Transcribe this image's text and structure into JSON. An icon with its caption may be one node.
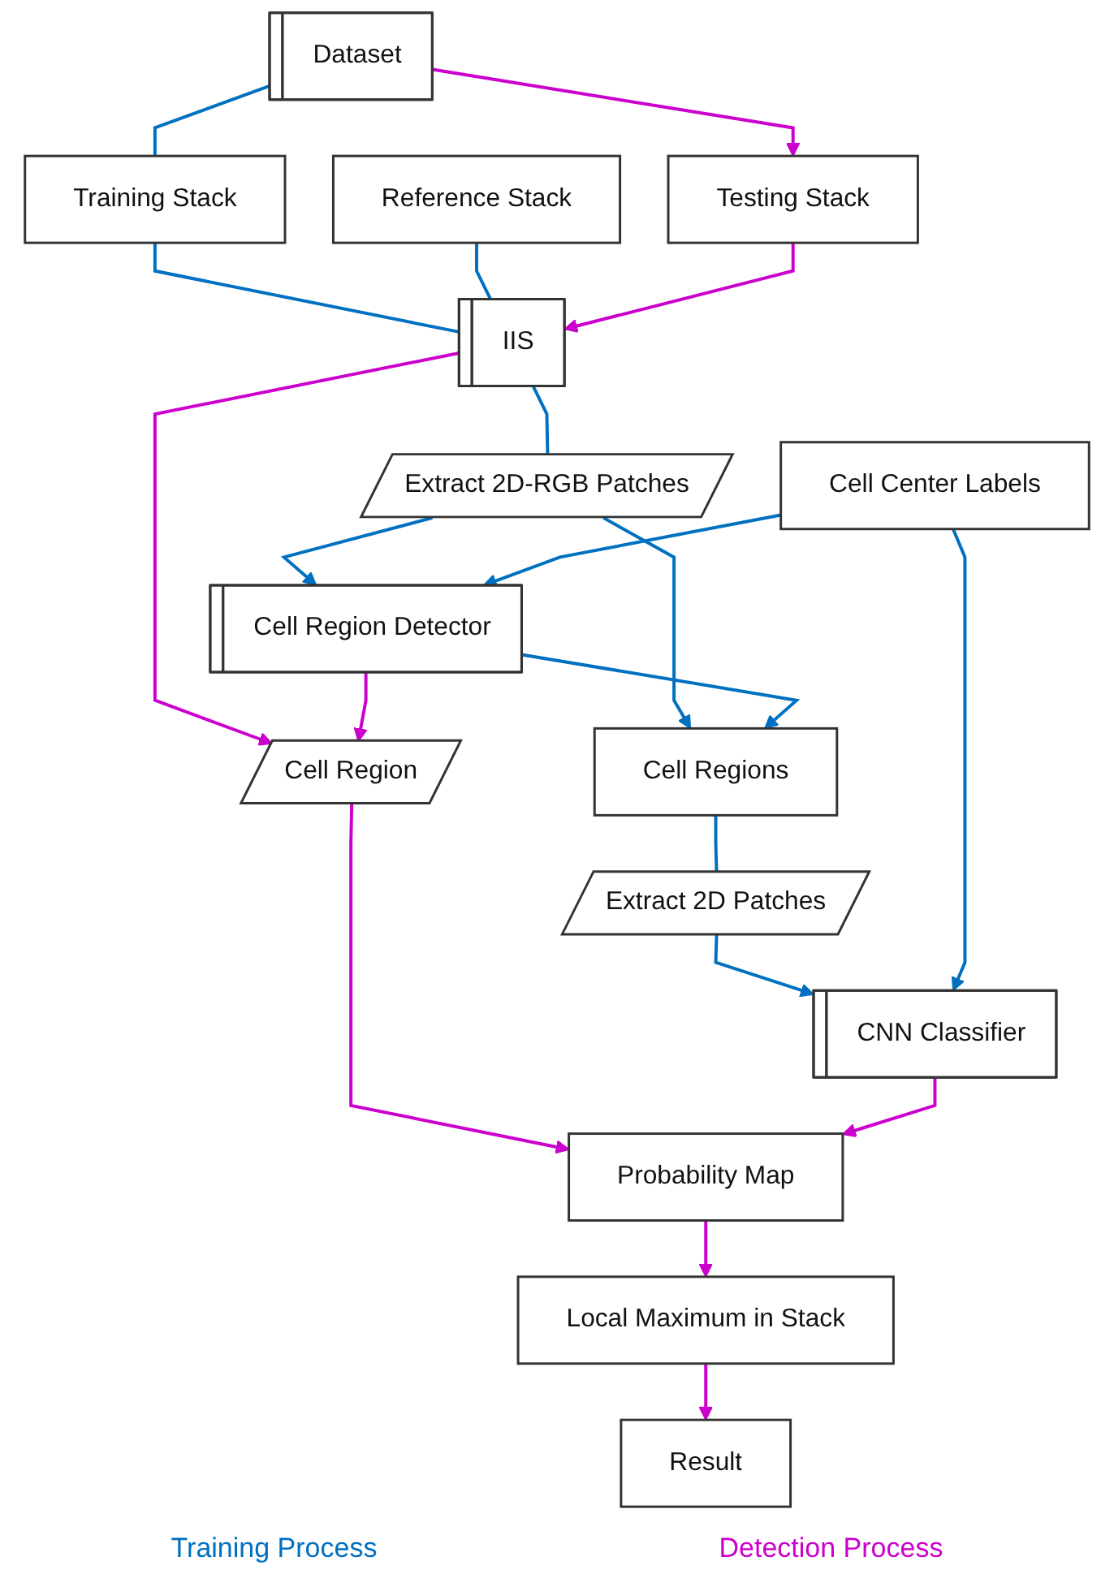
{
  "diagram": {
    "nodes": [
      {
        "text": [
          "Dataset"
        ]
      },
      {
        "text": [
          "Training Stack"
        ]
      },
      {
        "text": [
          "Testing Stack"
        ]
      },
      {
        "text": [
          "Reference Stack"
        ]
      },
      {
        "text": [
          "IIS"
        ]
      },
      {
        "text": [
          "Extract 2D-RGB Patches"
        ]
      },
      {
        "text": [
          "Cell Region"
        ]
      },
      {
        "text": [
          "Cell Region Detector"
        ]
      },
      {
        "text": [
          "Probability Map"
        ]
      },
      {
        "text": [
          "Cell Center Labels"
        ]
      },
      {
        "text": [
          "Cell Regions"
        ]
      },
      {
        "text": [
          "Local Maximum in Stack"
        ]
      },
      {
        "text": [
          "Extract 2D Patches"
        ]
      },
      {
        "text": [
          "Result"
        ]
      },
      {
        "text": [
          "CNN Classifier"
        ]
      }
    ],
    "edges": [
      {
        "from": 0,
        "to": 1,
        "arrow": "none"
      },
      {
        "from": 1,
        "to": 4,
        "arrow": "none"
      },
      {
        "from": 3,
        "to": 4,
        "arrow": "none"
      },
      {
        "from": 4,
        "to": 5,
        "arrow": "none"
      },
      {
        "from": 5,
        "to": 7,
        "arrow": "to"
      },
      {
        "from": 9,
        "to": 7,
        "arrow": "to"
      },
      {
        "from": 5,
        "to": 10,
        "arrow": "to"
      },
      {
        "from": 7,
        "to": 10,
        "arrow": "to"
      },
      {
        "from": 10,
        "to": 12,
        "arrow": "none"
      },
      {
        "from": 12,
        "to": 14,
        "arrow": "to"
      },
      {
        "from": 9,
        "to": 14,
        "arrow": "to"
      },
      {
        "from": 0,
        "to": 2,
        "arrow": "to",
        "color": "#cc00cc"
      },
      {
        "from": 2,
        "to": 4,
        "arrow": "to",
        "color": "#cc00cc"
      },
      {
        "from": 4,
        "to": 6,
        "arrow": "to",
        "color": "#cc00cc"
      },
      {
        "from": 7,
        "to": 6,
        "arrow": "to",
        "color": "#cc00cc"
      },
      {
        "from": 6,
        "to": 8,
        "arrow": "to",
        "color": "#cc00cc"
      },
      {
        "from": 14,
        "to": 8,
        "arrow": "to",
        "color": "#cc00cc"
      },
      {
        "from": 8,
        "to": 11,
        "arrow": "to",
        "color": "#cc00cc"
      },
      {
        "from": 11,
        "to": 13,
        "arrow": "to",
        "color": "#cc00cc"
      }
    ],
    "labels": [
      "Training Process",
      "Detection Process"
    ]
  }
}
